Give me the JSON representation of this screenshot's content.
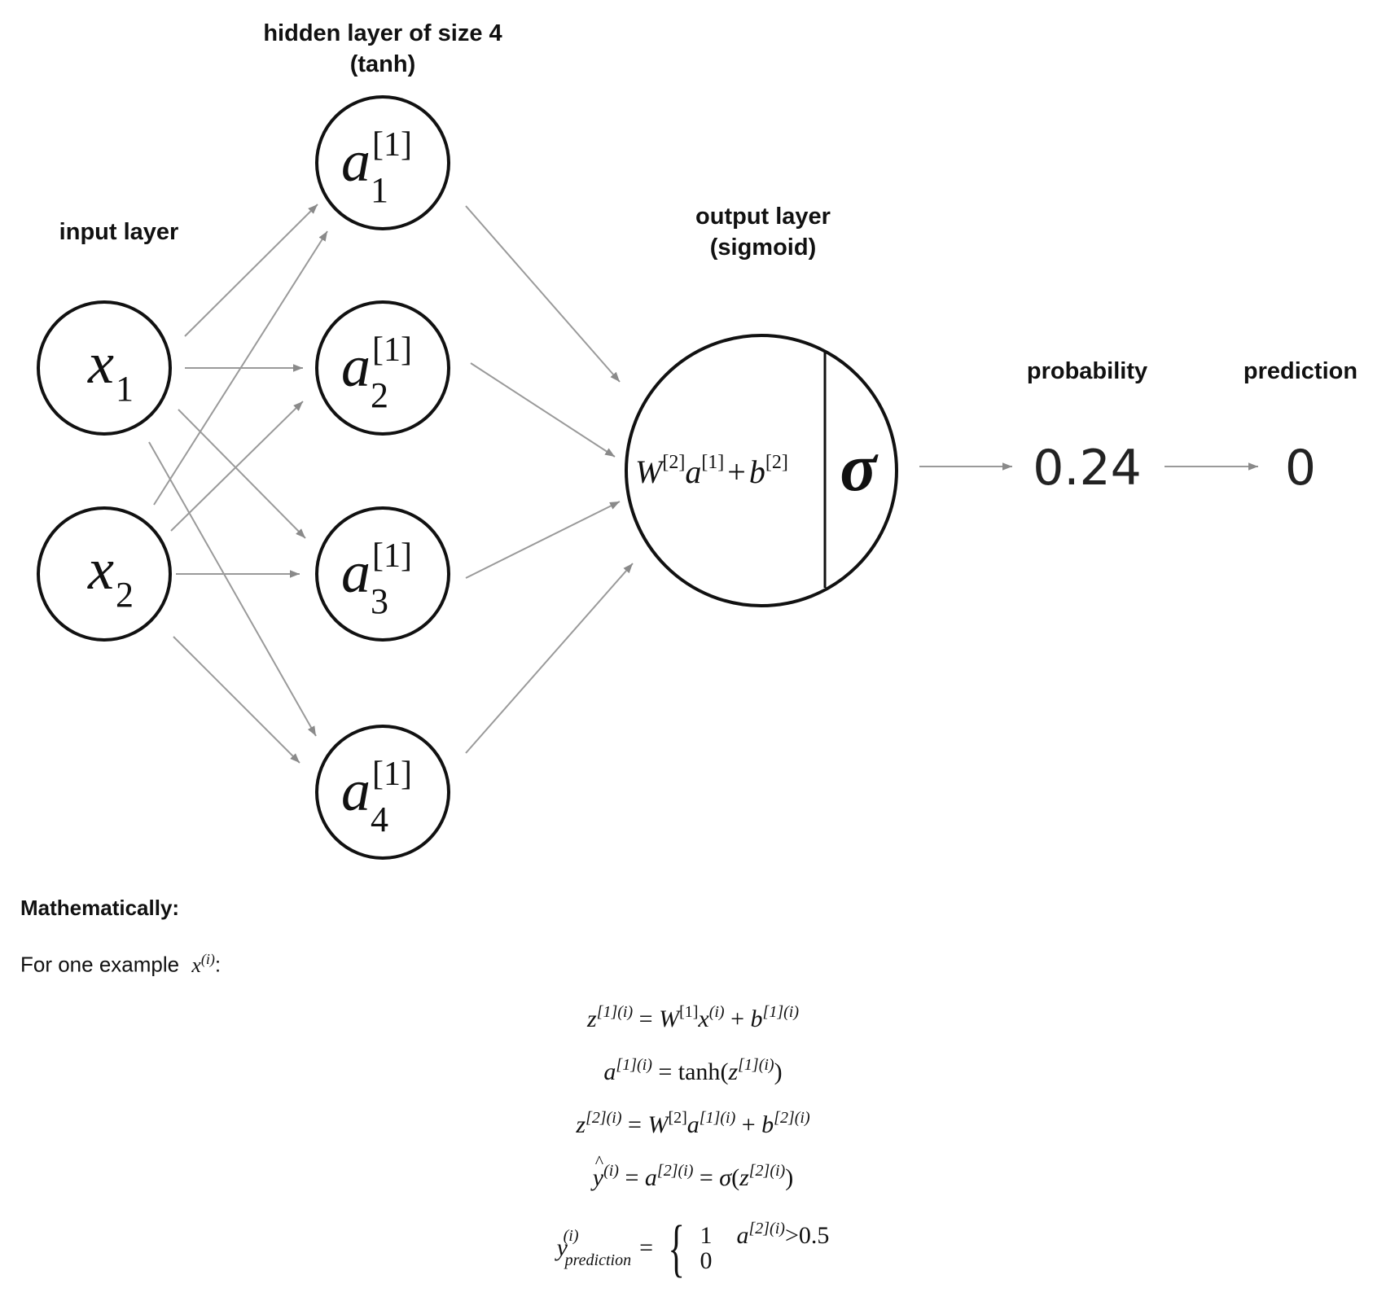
{
  "labels": {
    "input_layer": "input layer",
    "hidden_layer_line1": "hidden layer of size 4",
    "hidden_layer_line2": "(tanh)",
    "output_layer_line1": "output layer",
    "output_layer_line2": "(sigmoid)",
    "probability": "probability",
    "prediction": "prediction"
  },
  "input_nodes": [
    {
      "var": "x",
      "sub": "1"
    },
    {
      "var": "x",
      "sub": "2"
    }
  ],
  "hidden_nodes": [
    {
      "var": "a",
      "sup": "[1]",
      "sub": "1"
    },
    {
      "var": "a",
      "sup": "[1]",
      "sub": "2"
    },
    {
      "var": "a",
      "sup": "[1]",
      "sub": "3"
    },
    {
      "var": "a",
      "sup": "[1]",
      "sub": "4"
    }
  ],
  "output_node": {
    "W": "W",
    "W_sup": "[2]",
    "a": "a",
    "a_sup": "[1]",
    "plus": "+",
    "b": "b",
    "b_sup": "[2]",
    "sigma": "σ"
  },
  "values": {
    "probability": "0.24",
    "prediction": "0"
  },
  "math": {
    "heading": "Mathematically:",
    "intro": "For one example",
    "intro_var": "x",
    "intro_sup": "(i)",
    "intro_colon": ":",
    "eq1": {
      "lhs": "z",
      "lhs_sup": "[1](i)",
      "eq": "=",
      "W": "W",
      "W_sup": "[1]",
      "x": "x",
      "x_sup": "(i)",
      "plus": "+",
      "b": "b",
      "b_sup": "[1](i)"
    },
    "eq2": {
      "lhs": "a",
      "lhs_sup": "[1](i)",
      "eq": "=",
      "fn": "tanh",
      "open": "(",
      "z": "z",
      "z_sup": "[1](i)",
      "close": ")"
    },
    "eq3": {
      "lhs": "z",
      "lhs_sup": "[2](i)",
      "eq": "=",
      "W": "W",
      "W_sup": "[2]",
      "a": "a",
      "a_sup": "[1](i)",
      "plus": "+",
      "b": "b",
      "b_sup": "[2](i)"
    },
    "eq4": {
      "lhs": "y",
      "lhs_sup": "(i)",
      "eq1": "=",
      "a": "a",
      "a_sup": "[2](i)",
      "eq2": "=",
      "fn": "σ",
      "open": "(",
      "z": "z",
      "z_sup": "[2](i)",
      "close": ")"
    },
    "eq5": {
      "lhs": "y",
      "lhs_sup": "(i)",
      "lhs_sub": "prediction",
      "eq": "=",
      "case1_val": "1",
      "case1_cond_var": "a",
      "case1_cond_sup": "[2](i)",
      "case1_cond_rest": ">0.5",
      "case2_val": "0"
    }
  }
}
